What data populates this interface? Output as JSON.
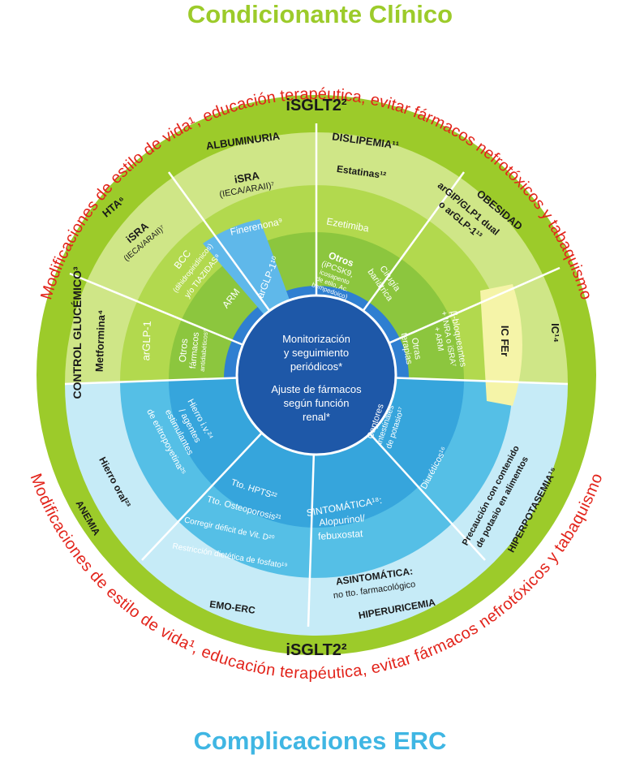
{
  "titles": {
    "top": "Condicionante Clínico",
    "bottom": "Complicaciones ERC"
  },
  "colors": {
    "top_title": "#9ccb2a",
    "bottom_title": "#3fb6e3",
    "arc_text": "#e2231a",
    "ring": "#9ccb2a",
    "upper_outer": "#cfe687",
    "upper_mid": "#b2d94e",
    "upper_inner": "#8cc63e",
    "upper_core": "#2f7fd1",
    "lower_outer": "#c6ebf7",
    "lower_mid": "#55bfe6",
    "lower_inner": "#36a5dc",
    "center": "#1e58a8",
    "ic_fer": "#f5f4a8",
    "divider": "#ffffff",
    "text_dark": "#1a1a1a",
    "text_light": "#ffffff"
  },
  "arc_text": {
    "upper": "Modificaciones de estilo de vida¹, educación terapéutica, evitar fármacos nefrotóxicos y tabaquismo",
    "lower": "Modificaciones de estilo de vida¹, educación terapéutica, evitar fármacos nefrotóxicos y tabaquismo"
  },
  "ring_labels": {
    "top": "iSGLT2²",
    "bottom": "iSGLT2²"
  },
  "center": {
    "line1": "Monitorización",
    "line2": "y seguimiento",
    "line3": "periódicos*",
    "line4": "Ajuste de fármacos",
    "line5": "según función",
    "line6": "renal*"
  },
  "sectors": {
    "control": {
      "title": "CONTROL GLUCÉMICO³",
      "mid": "Metformina⁴",
      "inner": "arGLP-1",
      "core1": "Otros",
      "core2": "fármacos",
      "core3": "antidiabéticos⁵"
    },
    "hta": {
      "title": "HTA⁶",
      "mid1": "iSRA",
      "mid2": "(IECA/ARAII)⁷",
      "inner1": "BCC",
      "inner2": "(dihidropiridínicos)",
      "inner3": "y/o TIAZIDAS⁸",
      "core": "ARM"
    },
    "albuminuria": {
      "title": "ALBUMINURIA",
      "mid1": "iSRA",
      "mid2": "(IECA/ARAII)⁷",
      "inner": "Finerenona⁹",
      "core": "arGLP-1¹⁰"
    },
    "dislipemia": {
      "title": "DISLIPEMIA¹¹",
      "mid": "Estatinas¹²",
      "inner": "Ezetimiba",
      "core1": "Otros",
      "core2": "(iPCSK9,",
      "core3": "icosapento",
      "core4": "de etilo, Ac.",
      "core5": "bempedoico)"
    },
    "obesidad": {
      "title": "OBESIDAD",
      "mid1": "arGIP/GLP1 dual",
      "mid2": "o arGLP-1¹³",
      "inner1": "Cirugía",
      "inner2": "bariátrica"
    },
    "ic": {
      "title": "IC¹⁴",
      "mid": "IC FEr",
      "inner1": "β-bloqueantes",
      "inner2": "+ INRA o iSRA⁷",
      "inner3": "+ ARM",
      "core1": "Otras",
      "core2": "terapias"
    },
    "hiperpotasemia": {
      "title": "HIPERPOTASEMIA¹⁵",
      "mid1": "Precaución con contenido",
      "mid2": "de potasio en alimentos",
      "inner": "Diuréticos¹⁶",
      "core1": "Captores",
      "core2": "intestinales",
      "core3": "de potasio¹⁷"
    },
    "hiperuricemia": {
      "title": "HIPERURICEMIA",
      "mid1": "ASINTOMÁTICA:",
      "mid2": "no tto. farmacológico",
      "inner1": "SINTOMÁTICA¹⁸:",
      "inner2": "Alopurinol/",
      "inner3": "febuxostat"
    },
    "emo": {
      "title": "EMO-ERC",
      "i1": "Restricción dietética de fosfato¹⁹",
      "i2": "Corregir déficit de Vit. D²⁰",
      "i3": "Tto. Osteoporosis²¹",
      "i4": "Tto. HPTS²²"
    },
    "anemia": {
      "title": "ANEMIA",
      "mid": "Hierro oral²³",
      "inner1": "Hierro i.v.²⁴",
      "inner2": "/ agentes",
      "inner3": "estimulantes",
      "inner4": "de eritropoyetina²⁵"
    }
  }
}
